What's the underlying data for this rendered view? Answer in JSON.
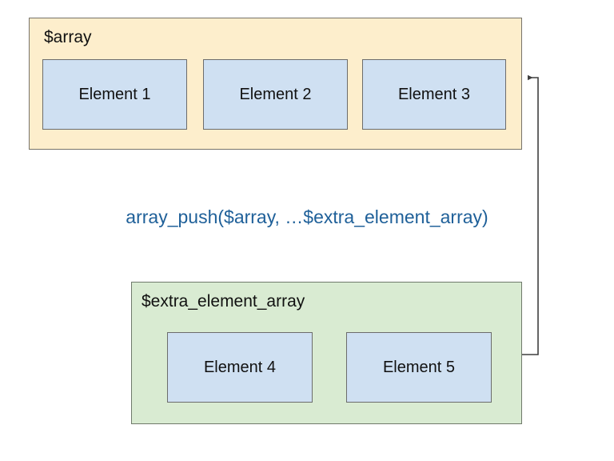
{
  "diagram": {
    "title_text": "array_push($array, …$extra_element_array)",
    "colors": {
      "source_container_fill": "#fdeecc",
      "source_container_border": "#77736a",
      "target_container_fill": "#d9ebd2",
      "target_container_border": "#6f7a6b",
      "element_fill": "#cfe0f2",
      "element_border": "#6c6c6c",
      "caption_text": "#1f6099",
      "arrow_stroke": "#3f3f3f",
      "background": "#ffffff"
    },
    "array_container": {
      "label": "$array",
      "elements": [
        {
          "label": "Element 1"
        },
        {
          "label": "Element 2"
        },
        {
          "label": "Element 3"
        }
      ]
    },
    "extra_container": {
      "label": "$extra_element_array",
      "elements": [
        {
          "label": "Element 4"
        },
        {
          "label": "Element 5"
        }
      ]
    },
    "connector": {
      "name": "append-arrow",
      "from": "$extra_element_array",
      "to": "$array",
      "direction": "right-up-left",
      "arrowhead": "left"
    }
  }
}
